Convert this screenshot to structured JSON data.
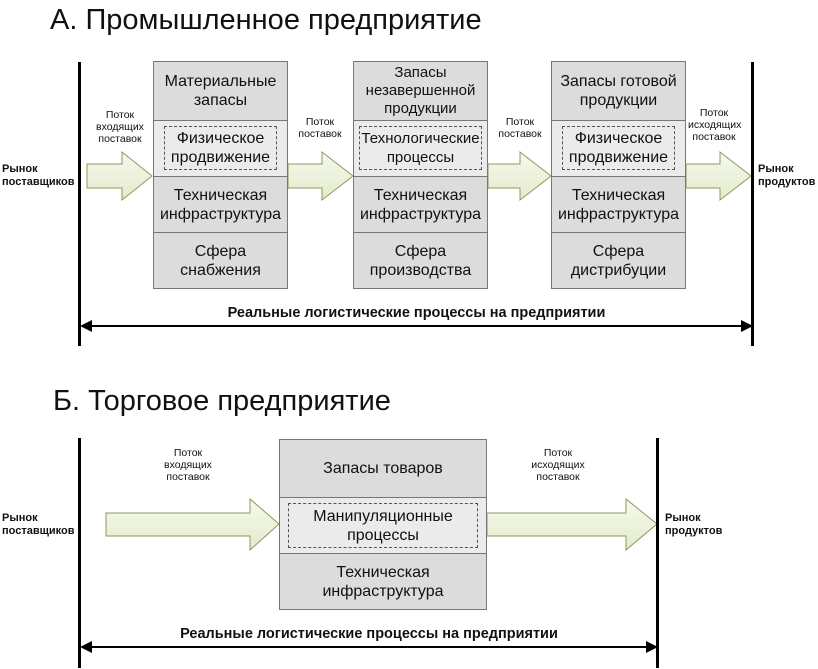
{
  "section_a": {
    "title": "А. Промышленное предприятие",
    "market_left": "Рынок\nпоставщиков",
    "market_right": "Рынок\nпродуктов",
    "flow_in": "Поток\nвходящих\nпоставок",
    "flow_mid1": "Поток\nпоставок",
    "flow_mid2": "Поток\nпоставок",
    "flow_out": "Поток\nисходящих\nпоставок",
    "blocks": [
      {
        "top": "Материальные\nзапасы",
        "mid": "Физическое\nпродвижение",
        "infra": "Техническая\nинфраструктура",
        "sphere": "Сфера\nснабжения"
      },
      {
        "top": "Запасы\nнезавершенной\nпродукции",
        "mid": "Технологические\nпроцессы",
        "infra": "Техническая\nинфраструктура",
        "sphere": "Сфера\nпроизводства"
      },
      {
        "top": "Запасы готовой\nпродукции",
        "mid": "Физическое\nпродвижение",
        "infra": "Техническая\nинфраструктура",
        "sphere": "Сфера\nдистрибуции"
      }
    ],
    "span_label": "Реальные логистические процессы на предприятии"
  },
  "section_b": {
    "title": "Б. Торговое предприятие",
    "market_left": "Рынок\nпоставщиков",
    "market_right": "Рынок\nпродуктов",
    "flow_in": "Поток\nвходящих\nпоставок",
    "flow_out": "Поток\nисходящих\nпоставок",
    "block": {
      "top": "Запасы товаров",
      "mid": "Манипуляционные\nпроцессы",
      "infra": "Техническая\nинфраструктура"
    },
    "span_label": "Реальные логистические процессы на предприятии"
  },
  "colors": {
    "box_fill": "#dcdcdc",
    "arrow_fill": "#eef3de",
    "arrow_stroke": "#8a9a5b"
  }
}
